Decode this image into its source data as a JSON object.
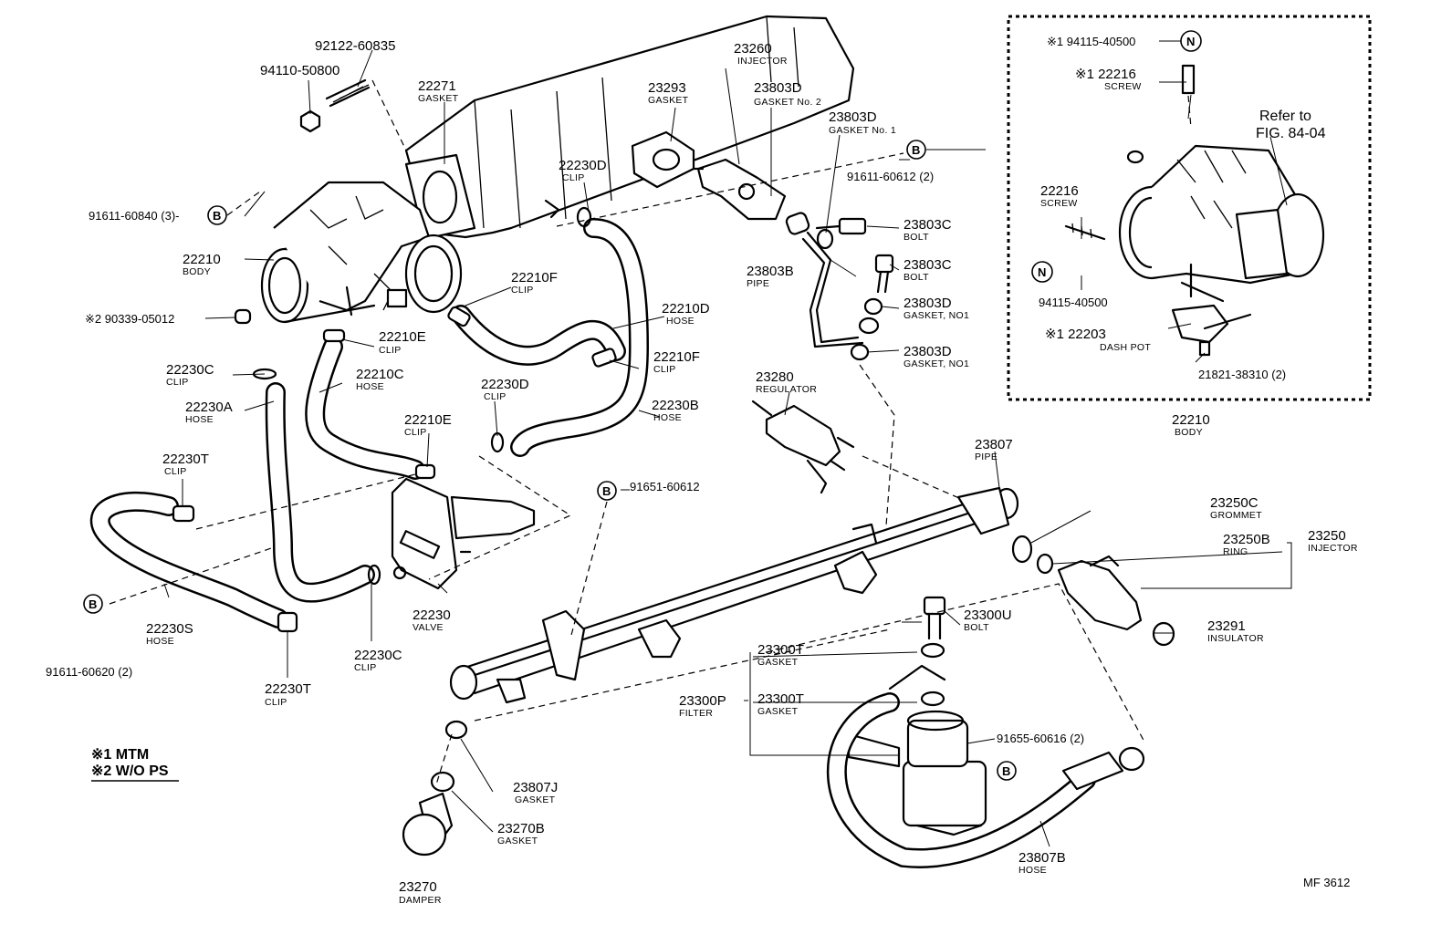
{
  "inset": {
    "refer": [
      "Refer to",
      "FIG. 84-04"
    ],
    "labels": [
      {
        "pn": "※1 94115-40500"
      },
      {
        "pn": "※1 22216",
        "name": "SCREW"
      },
      {
        "pn": "22216",
        "name": "SCREW"
      },
      {
        "pn": "94115-40500"
      },
      {
        "pn": "※1 22203",
        "name": "DASH POT"
      },
      {
        "pn": "21821-38310 (2)"
      },
      {
        "pn": "22210",
        "name": "BODY"
      }
    ]
  },
  "labels": [
    {
      "pn": "92122-60835"
    },
    {
      "pn": "94110-50800"
    },
    {
      "pn": "22271",
      "name": "GASKET"
    },
    {
      "pn": "23260",
      "name": "INJECTOR"
    },
    {
      "pn": "23293",
      "name": "GASKET"
    },
    {
      "pn": "23803D",
      "name": "GASKET No. 2"
    },
    {
      "pn": "23803D",
      "name": "GASKET No. 1"
    },
    {
      "pn": "91611-60612 (2)"
    },
    {
      "pn": "22230D",
      "name": "CLIP"
    },
    {
      "pn": "91611-60840 (3)-"
    },
    {
      "pn": "22210",
      "name": "BODY"
    },
    {
      "pn": "※2 90339-05012"
    },
    {
      "pn": "22210F",
      "name": "CLIP"
    },
    {
      "pn": "22210D",
      "name": "HOSE"
    },
    {
      "pn": "22210E",
      "name": "CLIP"
    },
    {
      "pn": "22210F",
      "name": "CLIP"
    },
    {
      "pn": "22230C",
      "name": "CLIP"
    },
    {
      "pn": "22210C",
      "name": "HOSE"
    },
    {
      "pn": "22230D",
      "name": "CLIP"
    },
    {
      "pn": "22230B",
      "name": "HOSE"
    },
    {
      "pn": "22230A",
      "name": "HOSE"
    },
    {
      "pn": "22210E",
      "name": "CLIP"
    },
    {
      "pn": "22230T",
      "name": "CLIP"
    },
    {
      "pn": "23803C",
      "name": "BOLT"
    },
    {
      "pn": "23803C",
      "name": "BOLT"
    },
    {
      "pn": "23803B",
      "name": "PIPE"
    },
    {
      "pn": "23803D",
      "name": "GASKET, NO1"
    },
    {
      "pn": "23803D",
      "name": "GASKET, NO1"
    },
    {
      "pn": "23280",
      "name": "REGULATOR"
    },
    {
      "pn": "23807",
      "name": "PIPE"
    },
    {
      "pn": "91651-60612"
    },
    {
      "pn": "23250C",
      "name": "GROMMET"
    },
    {
      "pn": "23250B",
      "name": "RING"
    },
    {
      "pn": "23250",
      "name": "INJECTOR"
    },
    {
      "pn": "23291",
      "name": "INSULATOR"
    },
    {
      "pn": "22230",
      "name": "VALVE"
    },
    {
      "pn": "22230S",
      "name": "HOSE"
    },
    {
      "pn": "91611-60620 (2)"
    },
    {
      "pn": "22230T",
      "name": "CLIP"
    },
    {
      "pn": "22230C",
      "name": "CLIP"
    },
    {
      "pn": "23300U",
      "name": "BOLT"
    },
    {
      "pn": "23300T",
      "name": "GASKET"
    },
    {
      "pn": "23300P",
      "name": "FILTER"
    },
    {
      "pn": "23300T",
      "name": "GASKET"
    },
    {
      "pn": "91655-60616 (2)"
    },
    {
      "pn": "23807J",
      "name": "GASKET"
    },
    {
      "pn": "23270B",
      "name": "GASKET"
    },
    {
      "pn": "23270",
      "name": "DAMPER"
    },
    {
      "pn": "23807B",
      "name": "HOSE"
    }
  ],
  "markers": {
    "B": "B",
    "N": "N"
  },
  "notes": [
    "※1 MTM",
    "※2 W/O PS"
  ],
  "code": "MF 3612"
}
